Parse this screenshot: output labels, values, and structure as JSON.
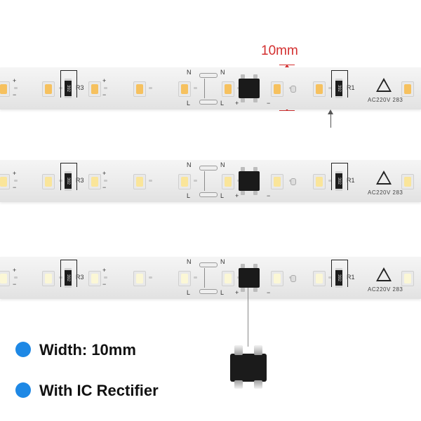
{
  "annotation": {
    "width_label": "10mm"
  },
  "strip_markings": {
    "resistor_left_ref": "R3",
    "resistor_right_ref": "R1",
    "resistor_code": "392",
    "voltage_text": "AC220V 283",
    "neutral_label": "N",
    "live_label": "L",
    "plus": "+",
    "minus": "−"
  },
  "features": [
    {
      "text": "Width: 10mm"
    },
    {
      "text": "With IC Rectifier"
    }
  ],
  "colors": {
    "warm_led": "#f6c15f",
    "neutral_led": "#fae59a",
    "cool_led": "#fbf7d6",
    "bullet": "#1e88e5",
    "annotation": "#d32f2f"
  }
}
